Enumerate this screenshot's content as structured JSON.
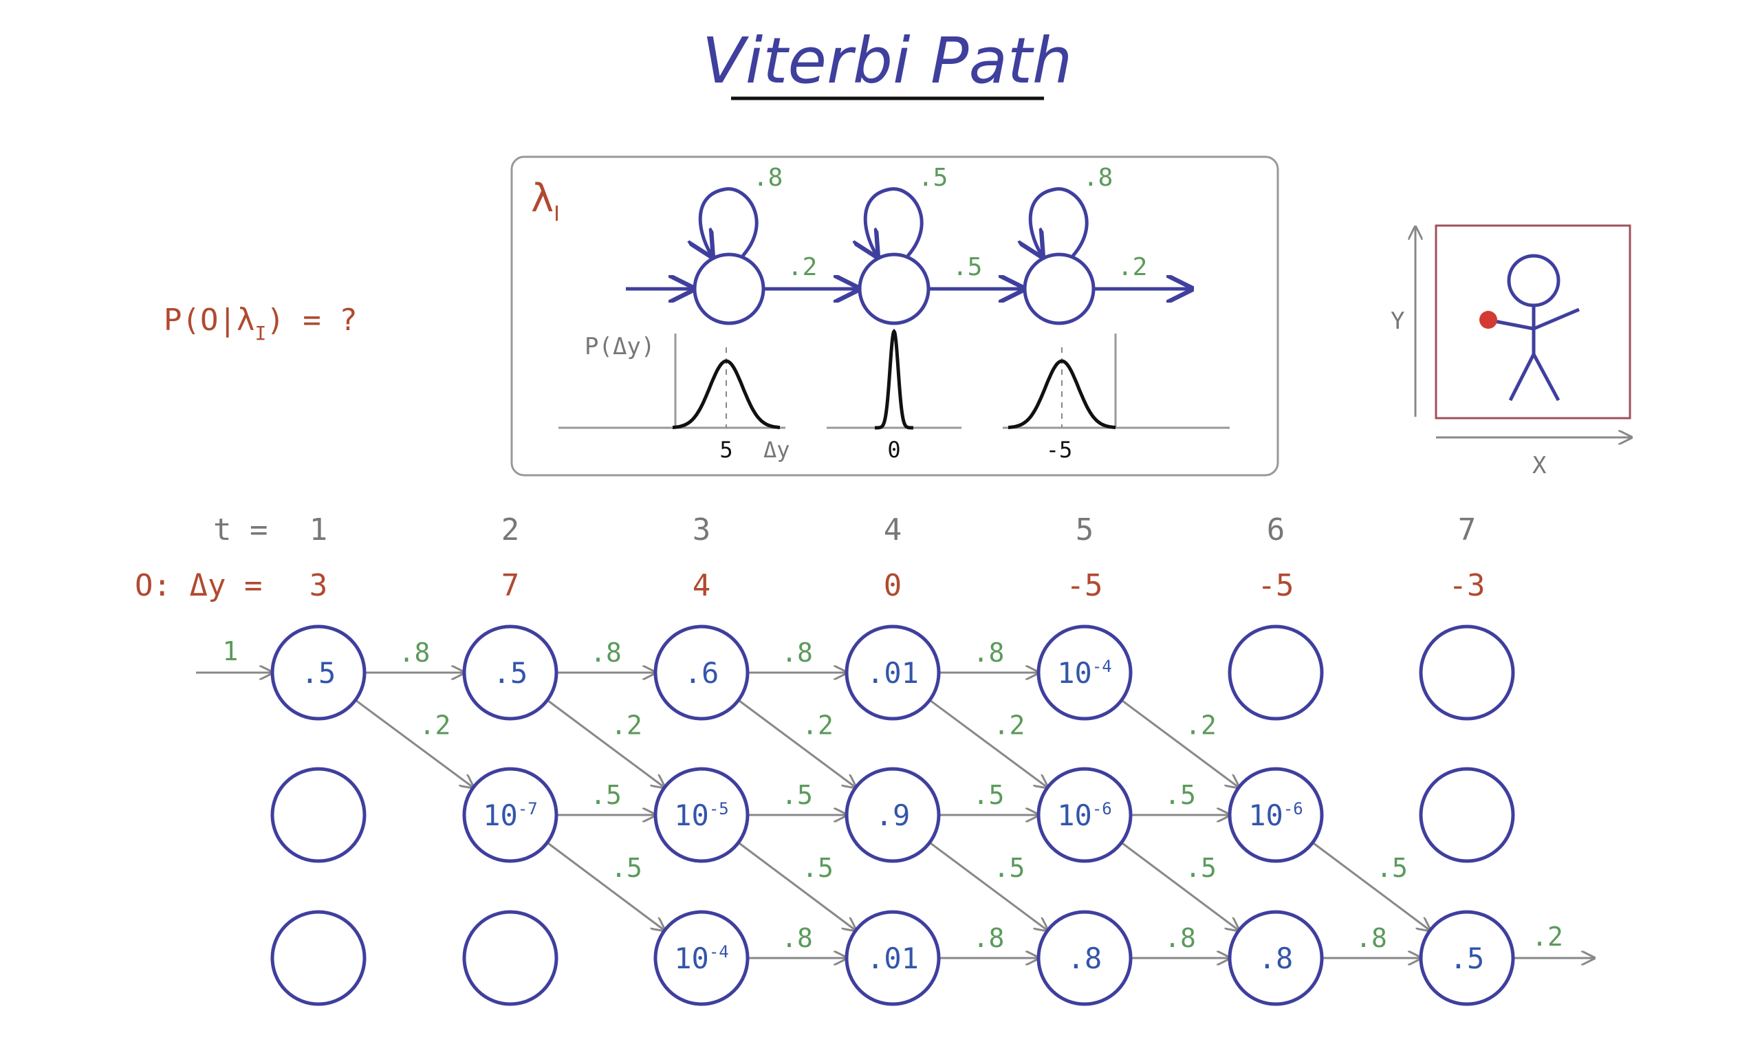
{
  "title": "Viterbi Path",
  "prob_query": {
    "lhs": "P(O|λ",
    "sub": "I",
    "rhs": ") = ?"
  },
  "model": {
    "label": "λ",
    "label_sub": "I",
    "self_loops": [
      ".8",
      ".5",
      ".8"
    ],
    "transitions": [
      ".2",
      ".5",
      ".2"
    ],
    "pdf_ylabel": "P(Δy)",
    "pdf_xlabel": "Δy",
    "pdf_means": [
      "5",
      "0",
      "-5"
    ]
  },
  "figure": {
    "ylabel": "Y",
    "xlabel": "X"
  },
  "colors": {
    "state": "#3f3f9e",
    "prob": "#5b9a5b",
    "obs": "#b04a30",
    "arrow": "#888888",
    "text": "#777777"
  },
  "time_row": {
    "label": "t =",
    "values": [
      "1",
      "2",
      "3",
      "4",
      "5",
      "6",
      "7"
    ]
  },
  "obs_row": {
    "label": "O: Δy =",
    "values": [
      "3",
      "7",
      "4",
      "0",
      "-5",
      "-5",
      "-3"
    ]
  },
  "trellis": {
    "initial_prob": "1",
    "nodes": [
      [
        "",
        "",
        "",
        "",
        "",
        "",
        ""
      ],
      [
        "",
        "",
        "",
        "",
        "",
        "",
        ""
      ],
      [
        "",
        "",
        "",
        "",
        "",
        "",
        ""
      ]
    ],
    "node_values": [
      [
        {
          "t": ".5"
        },
        {
          "t": ".5"
        },
        {
          "t": ".6"
        },
        {
          "t": ".01"
        },
        {
          "t": "10",
          "e": "-4"
        },
        {
          "t": ""
        },
        {
          "t": ""
        }
      ],
      [
        {
          "t": ""
        },
        {
          "t": "10",
          "e": "-7"
        },
        {
          "t": "10",
          "e": "-5"
        },
        {
          "t": ".9"
        },
        {
          "t": "10",
          "e": "-6"
        },
        {
          "t": "10",
          "e": "-6"
        },
        {
          "t": ""
        }
      ],
      [
        {
          "t": ""
        },
        {
          "t": ""
        },
        {
          "t": "10",
          "e": "-4"
        },
        {
          "t": ".01"
        },
        {
          "t": ".8"
        },
        {
          "t": ".8"
        },
        {
          "t": ".5"
        }
      ]
    ],
    "edges": [
      {
        "from": [
          0,
          0
        ],
        "to": [
          0,
          1
        ],
        "p": ".8"
      },
      {
        "from": [
          0,
          1
        ],
        "to": [
          0,
          2
        ],
        "p": ".8"
      },
      {
        "from": [
          0,
          2
        ],
        "to": [
          0,
          3
        ],
        "p": ".8"
      },
      {
        "from": [
          0,
          3
        ],
        "to": [
          0,
          4
        ],
        "p": ".8"
      },
      {
        "from": [
          0,
          0
        ],
        "to": [
          1,
          1
        ],
        "p": ".2"
      },
      {
        "from": [
          0,
          1
        ],
        "to": [
          1,
          2
        ],
        "p": ".2"
      },
      {
        "from": [
          0,
          2
        ],
        "to": [
          1,
          3
        ],
        "p": ".2"
      },
      {
        "from": [
          0,
          3
        ],
        "to": [
          1,
          4
        ],
        "p": ".2"
      },
      {
        "from": [
          0,
          4
        ],
        "to": [
          1,
          5
        ],
        "p": ".2"
      },
      {
        "from": [
          1,
          1
        ],
        "to": [
          1,
          2
        ],
        "p": ".5"
      },
      {
        "from": [
          1,
          2
        ],
        "to": [
          1,
          3
        ],
        "p": ".5"
      },
      {
        "from": [
          1,
          3
        ],
        "to": [
          1,
          4
        ],
        "p": ".5"
      },
      {
        "from": [
          1,
          4
        ],
        "to": [
          1,
          5
        ],
        "p": ".5"
      },
      {
        "from": [
          1,
          1
        ],
        "to": [
          2,
          2
        ],
        "p": ".5"
      },
      {
        "from": [
          1,
          2
        ],
        "to": [
          2,
          3
        ],
        "p": ".5"
      },
      {
        "from": [
          1,
          3
        ],
        "to": [
          2,
          4
        ],
        "p": ".5"
      },
      {
        "from": [
          1,
          4
        ],
        "to": [
          2,
          5
        ],
        "p": ".5"
      },
      {
        "from": [
          1,
          5
        ],
        "to": [
          2,
          6
        ],
        "p": ".5"
      },
      {
        "from": [
          2,
          2
        ],
        "to": [
          2,
          3
        ],
        "p": ".8"
      },
      {
        "from": [
          2,
          3
        ],
        "to": [
          2,
          4
        ],
        "p": ".8"
      },
      {
        "from": [
          2,
          4
        ],
        "to": [
          2,
          5
        ],
        "p": ".8"
      },
      {
        "from": [
          2,
          5
        ],
        "to": [
          2,
          6
        ],
        "p": ".8"
      }
    ],
    "final_prob": ".2"
  }
}
